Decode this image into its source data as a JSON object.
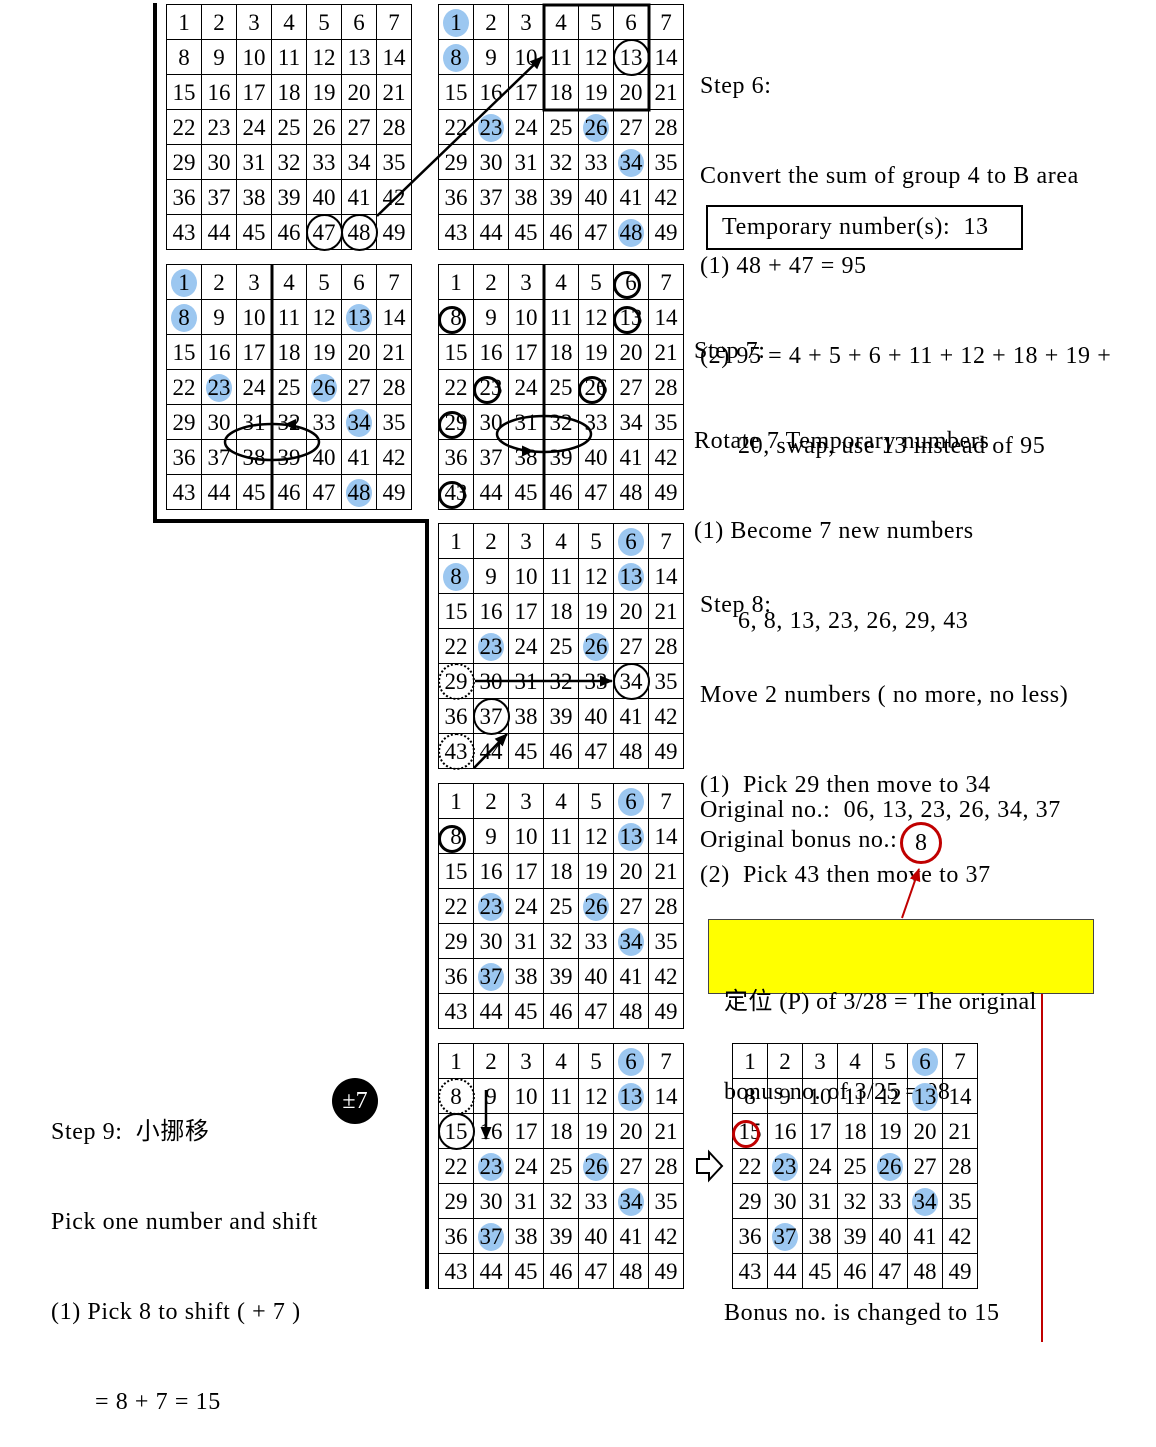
{
  "colors": {
    "highlight_blue": "#9cc7f0",
    "accent_red": "#c00000",
    "note_yellow": "#ffff00"
  },
  "grid_numbers": [
    1,
    2,
    3,
    4,
    5,
    6,
    7,
    8,
    9,
    10,
    11,
    12,
    13,
    14,
    15,
    16,
    17,
    18,
    19,
    20,
    21,
    22,
    23,
    24,
    25,
    26,
    27,
    28,
    29,
    30,
    31,
    32,
    33,
    34,
    35,
    36,
    37,
    38,
    39,
    40,
    41,
    42,
    43,
    44,
    45,
    46,
    47,
    48,
    49
  ],
  "grids": {
    "step6_source": {
      "circled": [
        47,
        48
      ]
    },
    "step6_result": {
      "blue": [
        1,
        8,
        23,
        26,
        34,
        48
      ],
      "circled": [
        13
      ]
    },
    "step7_source": {
      "blue": [
        1,
        8,
        13,
        23,
        26,
        34,
        48
      ]
    },
    "step7_result": {
      "marked": [
        6,
        8,
        13,
        23,
        26,
        29,
        43
      ]
    },
    "step8": {
      "blue": [
        6,
        8,
        13,
        23,
        26
      ],
      "circled": [
        34,
        37
      ],
      "dotted": [
        29,
        43
      ]
    },
    "original": {
      "blue": [
        6,
        13,
        23,
        26,
        34,
        37
      ],
      "marked": [
        8
      ]
    },
    "step9_shift": {
      "blue": [
        6,
        13,
        23,
        26,
        34,
        37
      ],
      "circled": [
        15
      ],
      "dotted": [
        8
      ]
    },
    "step9_result": {
      "blue": [
        6,
        13,
        23,
        26,
        34,
        37
      ],
      "red_marked": [
        15
      ]
    }
  },
  "step6": {
    "title": "Step 6:",
    "heading": "Convert the sum of group 4 to B area",
    "item1": "(1) 48 + 47 = 95",
    "item2": "(2) 95 = 4 + 5 + 6 + 11 + 12 + 18 + 19 +",
    "item2_cont": "20, swap, use 13 instead of 95",
    "temporary": "Temporary number(s):  13"
  },
  "step7": {
    "title": "Step 7:",
    "heading": "Rotate 7 Temporary numbers",
    "item1": "(1) Become 7 new numbers",
    "item1_cont": "6, 8, 13, 23, 26, 29, 43"
  },
  "step8": {
    "title": "Step 8:",
    "heading": "Move 2 numbers ( no more, no less)",
    "item1": "(1)  Pick 29 then move to 34",
    "item2": "(2)  Pick 43 then move to 37"
  },
  "original": {
    "numbers_line": "Original no.:  06, 13, 23, 26, 34, 37",
    "bonus_label": "Original bonus no.:",
    "bonus_value": "8"
  },
  "note": {
    "line1": "定位 (P) of 3/28 = The original",
    "line2": "bonus no. of 3/25 = 08"
  },
  "step9": {
    "title": "Step 9:  小挪移",
    "heading": "Pick one number and shift",
    "shift_badge": "±7",
    "item1": "(1) Pick 8 to shift ( + 7 )",
    "item1_cont": "= 8 + 7 = 15"
  },
  "result": {
    "caption": "Bonus no. is changed to 15"
  }
}
